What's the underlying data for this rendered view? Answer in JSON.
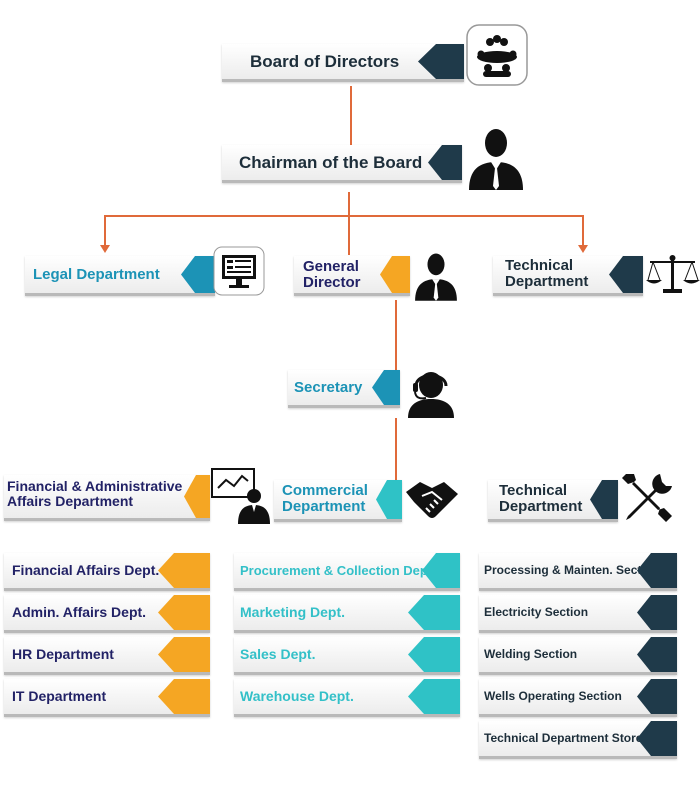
{
  "board": {
    "label": "Board of Directors",
    "icon": "meeting-table-icon"
  },
  "chairman": {
    "label": "Chairman of the Board",
    "icon": "businessman-icon"
  },
  "legal": {
    "label": "Legal Department",
    "icon": "document-monitor-icon"
  },
  "general_director": {
    "line1": "General",
    "line2": "Director",
    "icon": "businessman-icon"
  },
  "technical_top": {
    "line1": "Technical",
    "line2": "Department",
    "icon": "scales-icon"
  },
  "secretary": {
    "label": "Secretary",
    "icon": "headset-operator-icon"
  },
  "financial": {
    "line1": "Financial & Administrative",
    "line2": "Affairs Department",
    "icon": "presenter-icon"
  },
  "commercial": {
    "line1": "Commercial",
    "line2": "Department",
    "icon": "handshake-icon"
  },
  "technical_mid": {
    "line1": "Technical",
    "line2": "Department",
    "icon": "tools-icon"
  },
  "financial_units": [
    "Financial Affairs Dept.",
    "Admin. Affairs Dept.",
    "HR Department",
    "IT Department"
  ],
  "commercial_units": [
    "Procurement & Collection Dept.",
    "Marketing Dept.",
    "Sales Dept.",
    "Warehouse Dept."
  ],
  "technical_units": [
    "Processing & Mainten. Section",
    "Electricity Section",
    "Welding Section",
    "Wells Operating Section",
    "Technical Department Stores"
  ],
  "colors": {
    "navy": "#1f3a4a",
    "teal": "#1c93b6",
    "orange": "#f5a623",
    "cyan": "#2fc2c6",
    "connector": "#e06a3a"
  }
}
